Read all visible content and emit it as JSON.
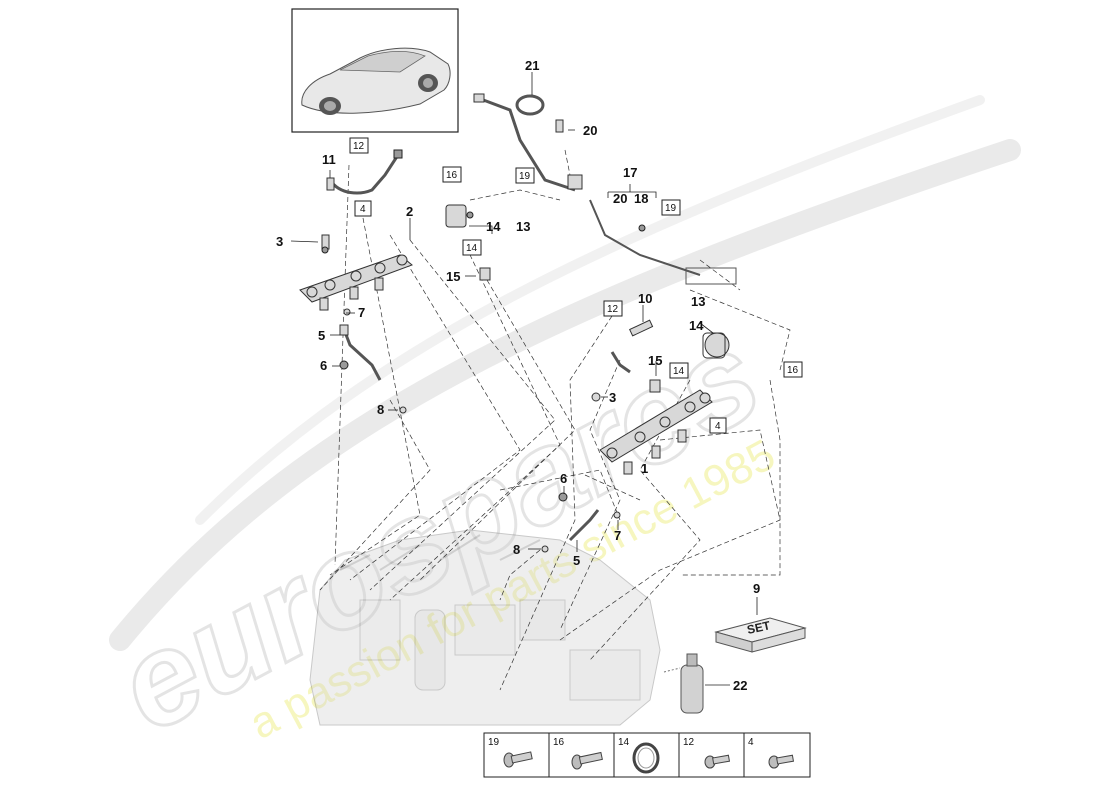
{
  "watermark": {
    "logo_text": "eurospares",
    "tagline": "a passion for parts since 1985"
  },
  "thumbnail": {
    "icon": "car-thumbnail-icon"
  },
  "callouts": {
    "c1": "1",
    "c2": "2",
    "c3a": "3",
    "c3b": "3",
    "c5a": "5",
    "c5b": "5",
    "c6a": "6",
    "c6b": "6",
    "c7a": "7",
    "c7b": "7",
    "c8a": "8",
    "c8b": "8",
    "c9": "9",
    "c10": "10",
    "c11": "11",
    "c13a": "13",
    "c13b": "13",
    "c14a": "14",
    "c14b": "14",
    "c15a": "15",
    "c15b": "15",
    "c17": "17",
    "c18": "18",
    "c20a": "20",
    "c20b": "20",
    "c21": "21",
    "c22": "22"
  },
  "boxed_callouts": {
    "b12a": "12",
    "b4a": "4",
    "b16a": "16",
    "b14a": "14",
    "b19a": "19",
    "b19b": "19",
    "b12b": "12",
    "b14b": "14",
    "b16b": "16",
    "b4b": "4"
  },
  "set_label": "SET",
  "fastener_table": [
    {
      "number": "19",
      "icon": "bolt-icon"
    },
    {
      "number": "16",
      "icon": "bolt-icon"
    },
    {
      "number": "14",
      "icon": "seal-ring-icon"
    },
    {
      "number": "12",
      "icon": "screw-icon"
    },
    {
      "number": "4",
      "icon": "screw-icon"
    }
  ],
  "colors": {
    "watermark": "#c8c8c8",
    "tagline": "#eeee9a",
    "ink": "#111111"
  }
}
